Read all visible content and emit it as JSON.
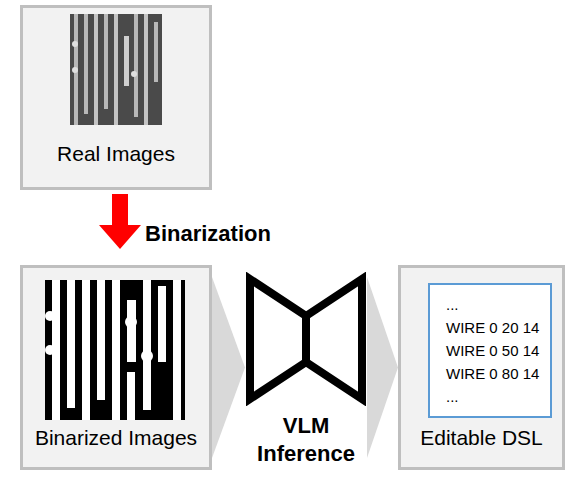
{
  "diagram": {
    "nodes": [
      {
        "text": [
          "Real Images"
        ]
      },
      {
        "text": [
          "Binarized Images"
        ]
      },
      {
        "text": [
          "VLM Inference"
        ]
      },
      {
        "text": [
          "Editable DSL"
        ]
      },
      {
        "text": [
          "...",
          "WIRE 0 20 14",
          "WIRE 0 50 14",
          "WIRE 0 80 14",
          "..."
        ],
        "in": 3
      }
    ],
    "edges": [
      {
        "from": 0,
        "to": 1,
        "label": "Binarization",
        "arrow": "to"
      },
      {
        "from": 1,
        "to": 2,
        "arrow": "to"
      },
      {
        "from": 2,
        "to": 3,
        "arrow": "to"
      }
    ]
  }
}
